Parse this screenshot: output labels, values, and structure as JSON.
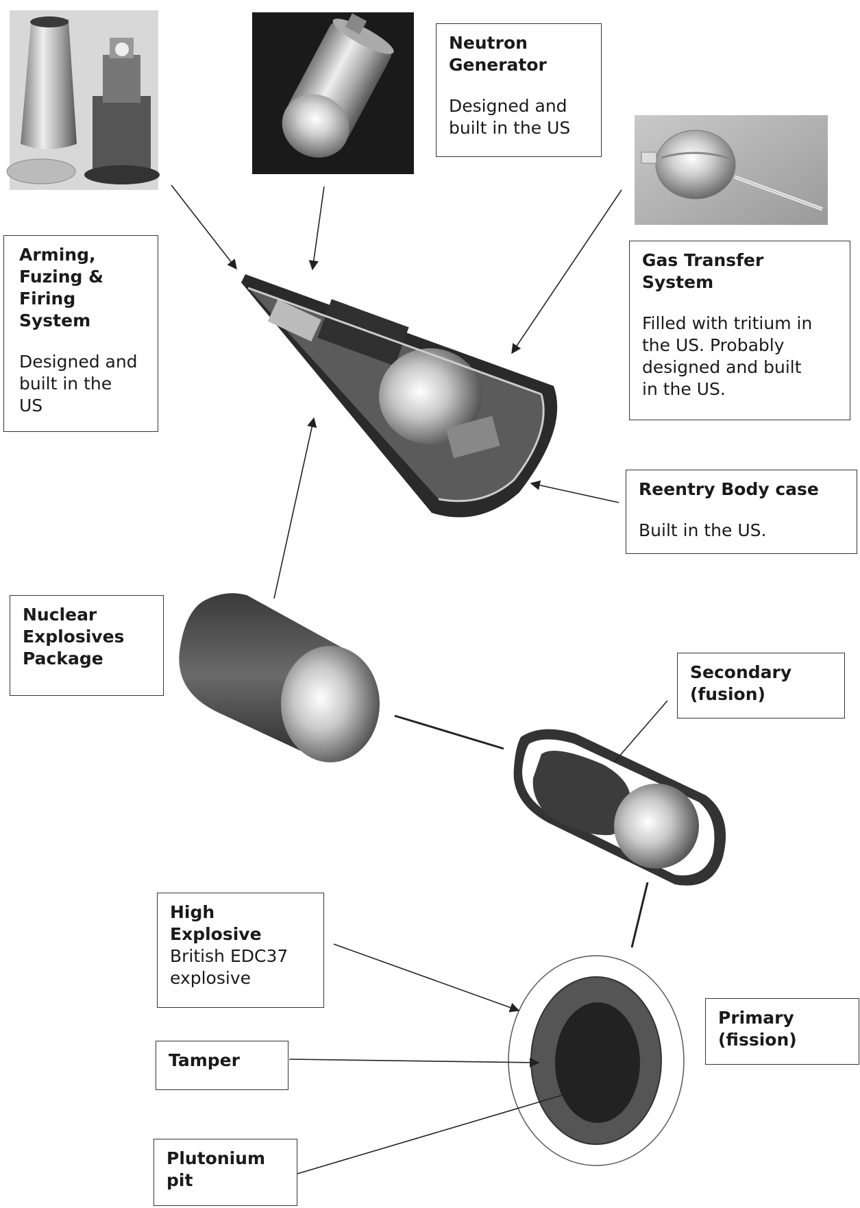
{
  "labels": {
    "neutron_generator": {
      "title": "Neutron\nGenerator",
      "desc": "Designed and\nbuilt in the US"
    },
    "aff": {
      "title": "Arming,\nFuzing &\nFiring\nSystem",
      "desc": "Designed and\nbuilt in the\nUS"
    },
    "gas_transfer": {
      "title": "Gas Transfer\nSystem",
      "desc": "Filled with tritium in\nthe US. Probably\ndesigned and built\nin the US."
    },
    "reentry": {
      "title": "Reentry Body case",
      "desc": "Built in the US."
    },
    "nep": {
      "title": "Nuclear\nExplosives\nPackage"
    },
    "secondary": {
      "title": "Secondary\n(fusion)"
    },
    "high_explosive": {
      "title": "High\nExplosive",
      "desc": "British EDC37\nexplosive"
    },
    "tamper": {
      "title": "Tamper"
    },
    "primary": {
      "title": "Primary\n(fission)"
    },
    "pit": {
      "title": "Plutonium\npit"
    }
  }
}
